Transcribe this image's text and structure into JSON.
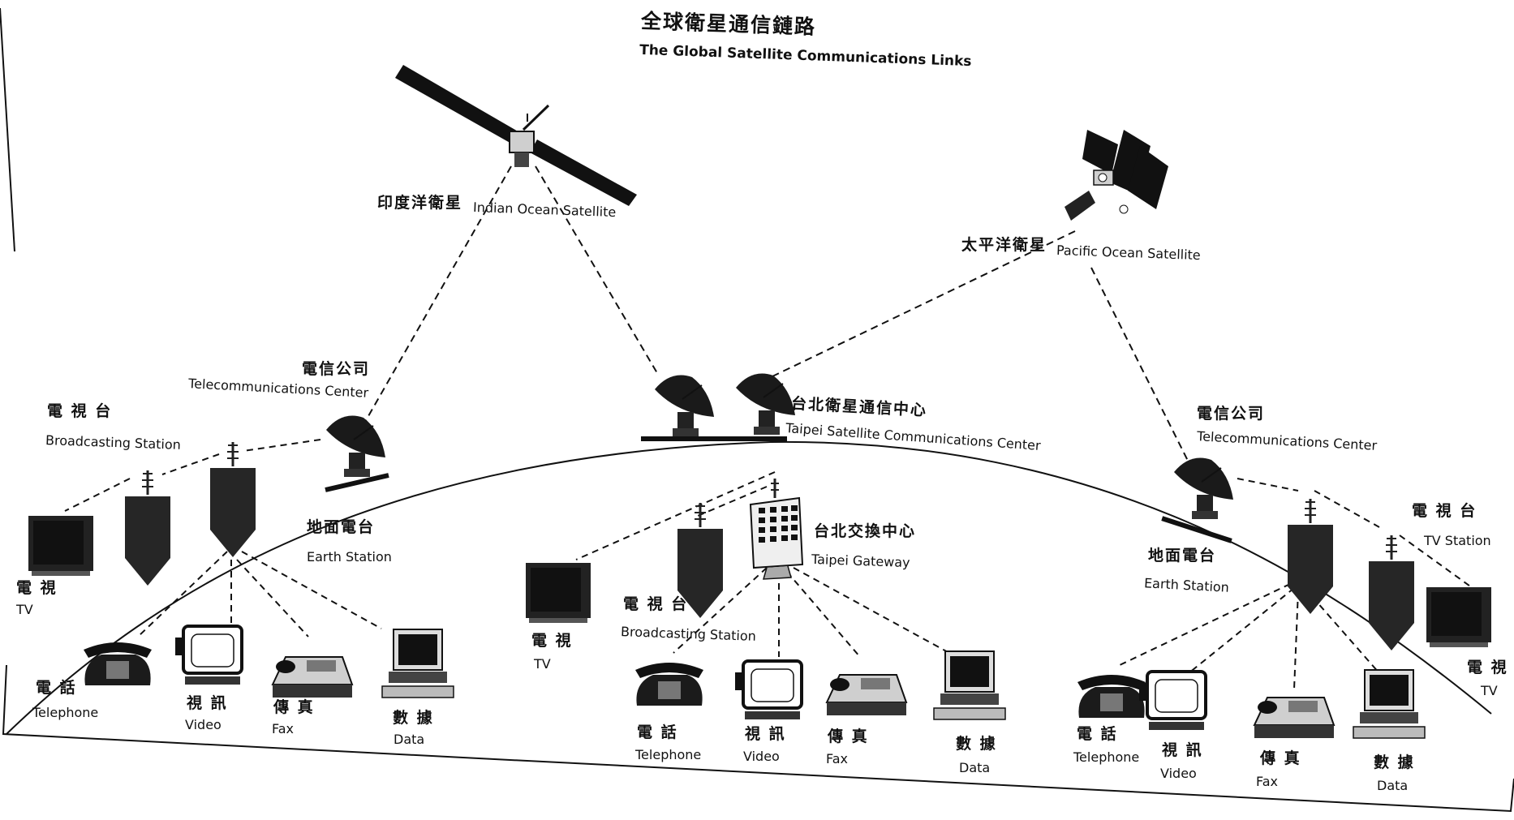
{
  "title": {
    "zh": "全球衛星通信鏈路",
    "en": "The Global Satellite Communications Links"
  },
  "satellites": {
    "indian": {
      "zh": "印度洋衛星",
      "en": "Indian Ocean Satellite"
    },
    "pacific": {
      "zh": "太平洋衛星",
      "en": "Pacific Ocean Satellite"
    }
  },
  "taipei_center": {
    "zh": "台北衛星通信中心",
    "en": "Taipei Satellite Communications Center"
  },
  "taipei_gateway": {
    "zh": "台北交換中心",
    "en": "Taipei Gateway"
  },
  "left": {
    "telecom": {
      "zh": "電信公司",
      "en": "Telecommunications Center"
    },
    "broadcast": {
      "zh": "電 視 台",
      "en": "Broadcasting Station"
    },
    "earth": {
      "zh": "地面電台",
      "en": "Earth Station"
    },
    "tv": {
      "zh": "電 視",
      "en": "TV"
    },
    "telephone": {
      "zh": "電 話",
      "en": "Telephone"
    },
    "video": {
      "zh": "視 訊",
      "en": "Video"
    },
    "fax": {
      "zh": "傳 真",
      "en": "Fax"
    },
    "data": {
      "zh": "數 據",
      "en": "Data"
    }
  },
  "middle": {
    "tv": {
      "zh": "電 視",
      "en": "TV"
    },
    "broadcast": {
      "zh": "電 視 台",
      "en": "Broadcasting Station"
    },
    "telephone": {
      "zh": "電 話",
      "en": "Telephone"
    },
    "video": {
      "zh": "視 訊",
      "en": "Video"
    },
    "fax": {
      "zh": "傳 真",
      "en": "Fax"
    },
    "data": {
      "zh": "數 據",
      "en": "Data"
    }
  },
  "right": {
    "telecom": {
      "zh": "電信公司",
      "en": "Telecommunications Center"
    },
    "tvstation": {
      "zh": "電 視 台",
      "en": "TV  Station"
    },
    "earth": {
      "zh": "地面電台",
      "en": "Earth Station"
    },
    "tv": {
      "zh": "電 視",
      "en": "TV"
    },
    "telephone": {
      "zh": "電 話",
      "en": "Telephone"
    },
    "video": {
      "zh": "視 訊",
      "en": "Video"
    },
    "fax": {
      "zh": "傳 真",
      "en": "Fax"
    },
    "data": {
      "zh": "數 據",
      "en": "Data"
    }
  },
  "icons": [
    "satellite-icon",
    "dish-antenna-icon",
    "tower-icon",
    "tv-icon",
    "telephone-icon",
    "video-monitor-icon",
    "fax-icon",
    "computer-icon",
    "building-icon"
  ],
  "colors": {
    "ink": "#111111",
    "background": "#ffffff"
  }
}
